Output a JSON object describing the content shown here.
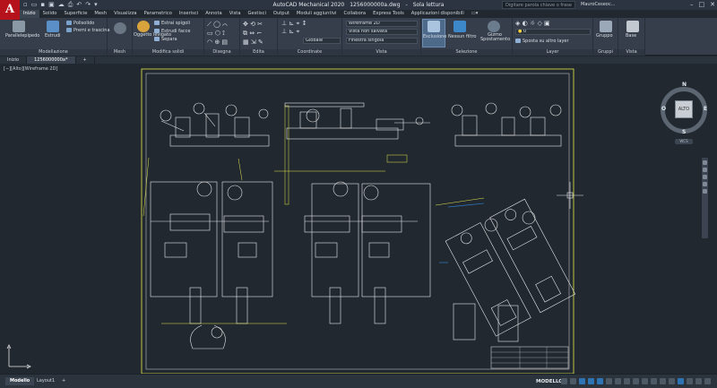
{
  "app": {
    "logo": "A",
    "title_app": "AutoCAD Mechanical 2020",
    "title_file": "1256000000a.dwg",
    "title_mode": "Sola lettura",
    "search_placeholder": "Digitare parola chiave o frase",
    "user": "MauroCeseoc..."
  },
  "ribbon_tabs": [
    "Inizio",
    "Solido",
    "Superficie",
    "Mesh",
    "Visualizza",
    "Parametrico",
    "Inserisci",
    "Annota",
    "Vista",
    "Gestisci",
    "Output",
    "Moduli aggiuntivi",
    "Collabora",
    "Express Tools",
    "Applicazioni disponibili"
  ],
  "ribbon": {
    "modellazione": {
      "title": "Modellazione",
      "parallelepipedo": "Parallelepipedo",
      "estrudi": "Estrudi",
      "polisolido": "Polisolido",
      "premi_trascina": "Premi e trascina"
    },
    "mesh": {
      "title": "Mesh"
    },
    "modifica_solidi": {
      "title": "Modifica solidi",
      "oggetto_levigato": "Oggetto levigato",
      "estrai_spigoli": "Estrai spigoli",
      "estrudi_facce": "Estrudi facce",
      "separa": "Separa"
    },
    "disegna": {
      "title": "Disegna"
    },
    "edita": {
      "title": "Edita"
    },
    "coordinate": {
      "title": "Coordinate",
      "ucs": "Globale"
    },
    "vista": {
      "title": "Vista",
      "visual_style": "Wireframe 2D",
      "view_saved": "Vista non salvata",
      "viewport": "Finestra singola"
    },
    "selezione": {
      "title": "Selezione",
      "esclusione": "Esclusione",
      "nessun_filtro": "Nessun filtro",
      "gizmo": "Gizmo Spostamento"
    },
    "layer": {
      "title": "Layer",
      "layer_name": "0",
      "sposta_layer": "Sposta su altro layer"
    },
    "gruppi": {
      "title": "Gruppi",
      "gruppo": "Gruppo"
    },
    "vista2": {
      "title": "Vista",
      "base": "Base"
    }
  },
  "doc_tabs": [
    "Inizio",
    "1256000000a*"
  ],
  "viewport_label": "[−][Alto][Wireframe 2D]",
  "viewcube": {
    "face": "ALTO",
    "n": "N",
    "s": "S",
    "e": "E",
    "o": "O",
    "wcs": "WCS"
  },
  "status": {
    "layouts": [
      "Modello",
      "Layout1"
    ],
    "add": "+",
    "mode": "MODELLO"
  },
  "colors": {
    "drawing_lines": "#e8e8e8",
    "border": "#e6e94a",
    "accent_blue": "#2e74b5",
    "background": "#212830"
  }
}
